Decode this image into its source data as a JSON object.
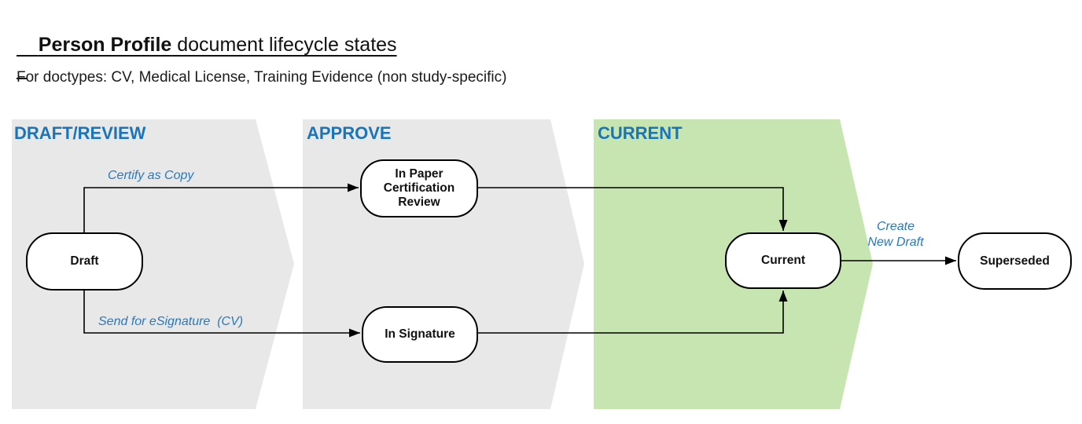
{
  "title": {
    "bold": "Person Profile",
    "rest": " document lifecycle states"
  },
  "subtitle": "For doctypes: CV, Medical License, Training Evidence (non study-specific)",
  "colors": {
    "band_gray": "#e8e8e8",
    "band_green": "#c7e5b0",
    "header_blue": "#1a74b9",
    "label_blue": "#2979bc",
    "connector": "#000000",
    "node_border": "#000000",
    "node_fill": "#ffffff"
  },
  "bands": [
    {
      "label": "DRAFT/REVIEW"
    },
    {
      "label": "APPROVE"
    },
    {
      "label": "CURRENT"
    }
  ],
  "nodes": [
    {
      "id": "draft",
      "label": "Draft"
    },
    {
      "id": "in-paper-certification-review",
      "label": "In Paper Certification Review"
    },
    {
      "id": "in-signature",
      "label": "In Signature"
    },
    {
      "id": "current",
      "label": "Current"
    },
    {
      "id": "superseded",
      "label": "Superseded"
    }
  ],
  "edges": [
    {
      "from": "Draft",
      "to": "In Paper Certification Review",
      "label": "Certify as Copy"
    },
    {
      "from": "Draft",
      "to": "In Signature",
      "label": "Send for eSignature  (CV)"
    },
    {
      "from": "In Paper Certification Review",
      "to": "Current",
      "label": ""
    },
    {
      "from": "In Signature",
      "to": "Current",
      "label": ""
    },
    {
      "from": "Current",
      "to": "Superseded",
      "label": "Create New Draft"
    }
  ]
}
